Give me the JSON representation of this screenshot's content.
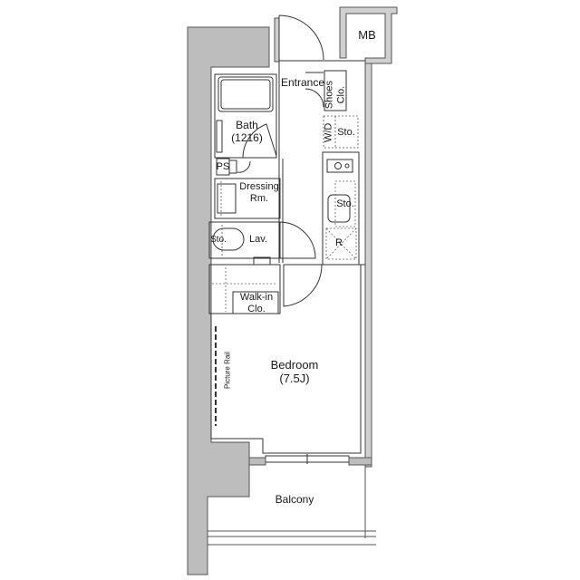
{
  "plan": {
    "colors": {
      "wall_fill": "#bdbdbd",
      "line": "#333333",
      "background": "#ffffff"
    },
    "rooms": {
      "mb": "MB",
      "entrance": "Entrance",
      "shoes_clo_1": "Shoes",
      "shoes_clo_2": "Clo.",
      "wd": "W/D",
      "sto_top": "Sto.",
      "bath_1": "Bath",
      "bath_2": "(1216)",
      "ps": "PS",
      "dressing_1": "Dressing",
      "dressing_2": "Rm.",
      "sto_kitchen": "Sto.",
      "refrigerator": "R",
      "sto_lav": "Sto.",
      "lav": "Lav.",
      "walkin_1": "Walk-in",
      "walkin_2": "Clo.",
      "bedroom_1": "Bedroom",
      "bedroom_2": "(7.5J)",
      "picture_rail": "Picture Rail",
      "balcony": "Balcony"
    }
  }
}
